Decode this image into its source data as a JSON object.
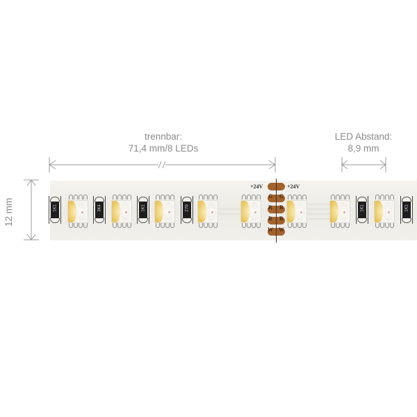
{
  "dimensions": {
    "cut_length": {
      "line1": "trennbar:",
      "line2": "71,4 mm/8 LEDs"
    },
    "led_spacing": {
      "line1": "LED Abstand:",
      "line2": "8,9 mm"
    },
    "strip_width": "12 mm"
  },
  "cut_point": {
    "voltage_left": "+24V",
    "voltage_right": "+24V",
    "pad_letters": [
      "G",
      "R",
      "B",
      "W"
    ]
  },
  "resistors": [
    "1K1",
    "3K4",
    "1K1",
    "270",
    "1K1",
    "1K1"
  ],
  "colors": {
    "background": "#ffffff",
    "strip": "#efeee9",
    "dimension_line": "#9a9a9a",
    "text": "#8a8a8a",
    "copper_pad": "#a4622c",
    "warm_led": "#f2d98a"
  }
}
